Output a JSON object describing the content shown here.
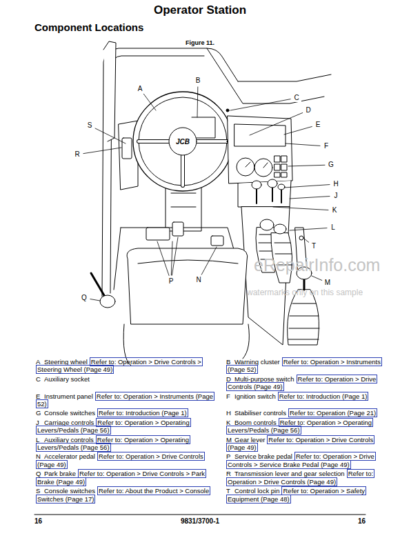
{
  "diagram": {
    "title": "Operator Station",
    "labels": [
      "Component Locations",
      "Figure 11.",
      "A",
      "B",
      "C",
      "D",
      "E",
      "F",
      "G",
      "H",
      "J",
      "K",
      "L",
      "M",
      "N",
      "P",
      "Q",
      "R",
      "S",
      "T",
      "JCB",
      "A",
      "Steering wheel",
      "Refer to: Operation > Drive Controls > Steering Wheel (Page 49)",
      "B",
      "Warning cluster",
      "Refer to: Operation > Instruments (Page 52)",
      "C",
      "Auxiliary socket",
      "D",
      "Multi-purpose switch",
      "Refer to: Operation > Drive Controls (Page 49)",
      "E",
      "Instrument panel",
      "Refer to: Operation > Instruments (Page 52)",
      "F",
      "Ignition switch",
      "Refer to: Introduction (Page 1)",
      "G",
      "Console switches",
      "Refer to: Introduction (Page 1)",
      "H",
      "Stabiliser controls",
      "Refer to: Operation (Page 21)",
      "J",
      "Carriage controls",
      "Refer to: Operation > Operating Levers/Pedals (Page 56)",
      "K",
      "Boom controls",
      "Refer to: Operation > Operating Levers/Pedals (Page 56)",
      "L",
      "Auxiliary controls",
      "Refer to: Operation > Operating Levers/Pedals (Page 56)",
      "M",
      "Gear lever",
      "Refer to: Operation > Drive Controls (Page 49)",
      "N",
      "Accelerator pedal",
      "Refer to: Operation > Drive Controls (Page 49)",
      "P",
      "Service brake pedal",
      "Refer to: Operation > Drive Controls > Service Brake Pedal (Page 49)",
      "Q",
      "Park brake",
      "Refer to: Operation > Drive Controls > Park Brake (Page 49)",
      "R",
      "Transmission lever and gear selection",
      "Refer to: Operation > Drive Controls (Page 49)",
      "S",
      "Console switches",
      "Refer to: About the Product > Console Switches (Page 17)",
      "T",
      "Control lock pin",
      "Refer to: Operation > Safety Equipment (Page 48)",
      "16",
      "9831/3700-1",
      "16",
      "eRepairInfo.com",
      "watermarks only on this sample"
    ]
  }
}
